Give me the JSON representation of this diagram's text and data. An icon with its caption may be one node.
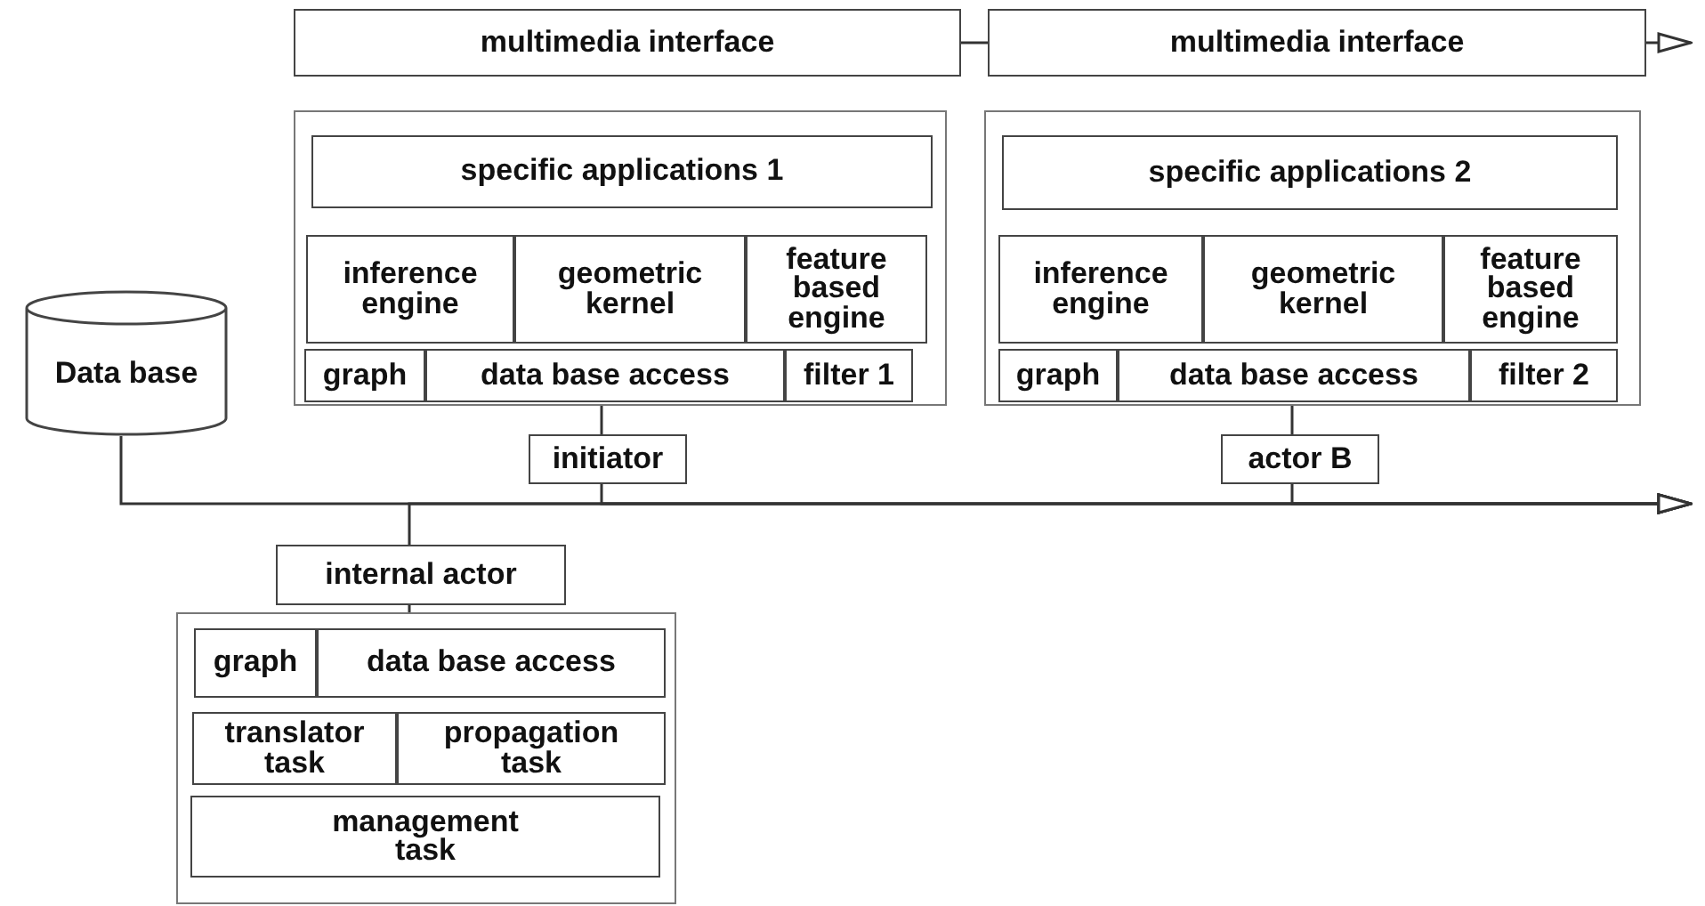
{
  "diagram": {
    "nodes": [
      {
        "text": [
          "multimedia interface"
        ]
      },
      {
        "text": [
          "multimedia interface"
        ]
      },
      {
        "text": [],
        "shape": "box"
      },
      {
        "text": [
          "specific applications 1"
        ],
        "in": 2
      },
      {
        "text": [
          "inference engine"
        ],
        "in": 2
      },
      {
        "text": [
          "geometric kernel"
        ],
        "in": 2
      },
      {
        "text": [
          "feature based engine"
        ],
        "in": 2
      },
      {
        "text": [
          "graph"
        ],
        "in": 2
      },
      {
        "text": [
          "data base access"
        ],
        "in": 2
      },
      {
        "text": [
          "filter 1"
        ],
        "in": 2
      },
      {
        "text": [],
        "shape": "box"
      },
      {
        "text": [
          "specific applications 2"
        ],
        "in": 10
      },
      {
        "text": [
          "inference engine"
        ],
        "in": 10
      },
      {
        "text": [
          "geometric kernel"
        ],
        "in": 10
      },
      {
        "text": [
          "feature based engine"
        ],
        "in": 10
      },
      {
        "text": [
          "graph"
        ],
        "in": 10
      },
      {
        "text": [
          "data base access"
        ],
        "in": 10
      },
      {
        "text": [
          "filter 2"
        ],
        "in": 10
      },
      {
        "text": [
          "Data base"
        ]
      },
      {
        "text": [
          "initiator"
        ]
      },
      {
        "text": [
          "actor B"
        ]
      },
      {
        "text": [
          "internal actor"
        ]
      },
      {
        "text": [],
        "shape": "box"
      },
      {
        "text": [
          "graph"
        ],
        "in": 22
      },
      {
        "text": [
          "data base access"
        ],
        "in": 22
      },
      {
        "text": [
          "translator task"
        ],
        "in": 22
      },
      {
        "text": [
          "propagation task"
        ],
        "in": 22
      },
      {
        "text": [
          "management task"
        ],
        "in": 22
      }
    ],
    "edges": [
      {
        "from": 0,
        "to": 1,
        "arrow": "none"
      },
      {
        "from": 1,
        "to": null,
        "arrow": "to"
      },
      {
        "from": 18,
        "to": null,
        "arrow": "to"
      },
      {
        "from": 19,
        "to": null,
        "arrow": "to"
      },
      {
        "from": 20,
        "to": null,
        "arrow": "to"
      },
      {
        "from": 21,
        "to": null,
        "arrow": "to"
      },
      {
        "from": 2,
        "to": 19,
        "arrow": "none"
      },
      {
        "from": 10,
        "to": 20,
        "arrow": "none"
      },
      {
        "from": 21,
        "to": 22,
        "arrow": "none"
      }
    ]
  }
}
